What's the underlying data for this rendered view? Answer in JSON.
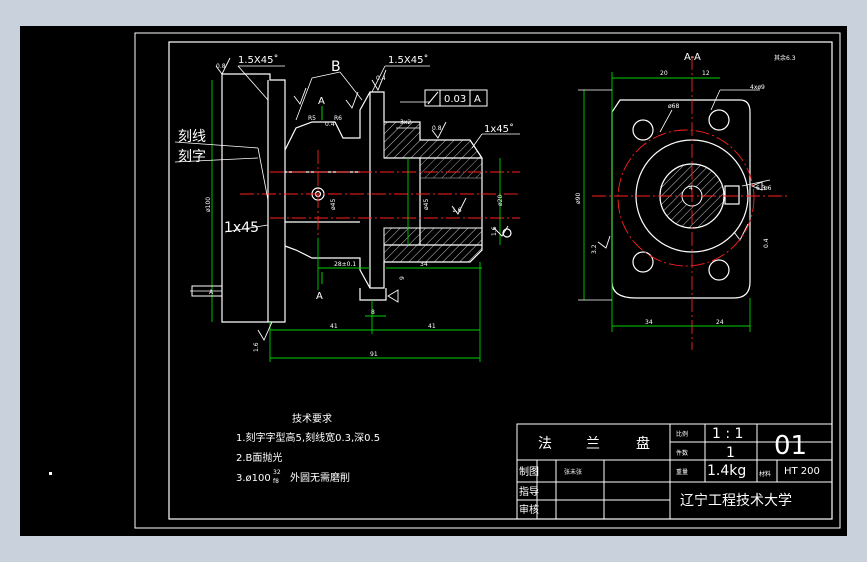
{
  "colors": {
    "background": "#000000",
    "frame": "#ffffff",
    "dimension": "#00d000",
    "centerline": "#ff2020",
    "surround": "#c9d2dc"
  },
  "drawing": {
    "top_chamfer_left": "1.5X45˚",
    "top_chamfer_right": "1.5X45˚",
    "rough_left": "0.8",
    "rough_mid": "0.4",
    "rough_b": "0.4",
    "rough_right": "0.8",
    "rough_bottom": "1.6",
    "rough_hole": "1.6",
    "rough_side": "1.6",
    "section_b": "B",
    "section_a_top": "A",
    "section_a_bottom": "A",
    "r5": "R5",
    "r6": "R6",
    "groove": "3x2",
    "tolerance_value": "0.03",
    "tolerance_datum": "A",
    "chamfer_1x45_right": "1x45˚",
    "chamfer_1x45_left": "1x45",
    "engrave_line": "刻线",
    "engrave_char": "刻字",
    "dia_100": "ø100",
    "dia_45": "ø45",
    "dia_45_inner": "ø45",
    "dia_20": "ø20",
    "dim_28": "28±0.1",
    "dim_34": "34",
    "dim_9": "9",
    "dim_8": "8",
    "dim_41_left": "41",
    "dim_41_right": "41",
    "dim_91": "91",
    "datum_box": "A"
  },
  "side_view": {
    "title": "A-A",
    "note": "其余6.3",
    "dim_20": "20",
    "dim_12": "12",
    "dim_90": "ø90",
    "dim_68": "ø68",
    "holes": "4xø9",
    "dim_34": "34",
    "dim_24": "24",
    "dim_4": "4",
    "dim_6": "ø6",
    "rough_32": "3.2",
    "rough_04": "0.4",
    "rough_63": "6.3"
  },
  "tech_req": {
    "title": "技术要求",
    "item1": "1.刻字字型高5,刻线宽0.3,深0.5",
    "item2": "2.B面抛光",
    "item3_prefix": "3.ø100",
    "item3_frac_top": "32",
    "item3_frac_bottom": "f8",
    "item3_suffix": "外圆无需磨削"
  },
  "title_block": {
    "name_1": "法",
    "name_2": "兰",
    "name_3": "盘",
    "scale_label": "比例",
    "scale_value": "1 : 1",
    "qty_label": "件数",
    "qty_value": "1",
    "weight_label": "重量",
    "weight_value": "1.4kg",
    "drawing_no": "01",
    "material_label": "材料",
    "material": "HT 200",
    "drawn_label": "制图",
    "drawn_by": "张未张",
    "guide_label": "指导",
    "review_label": "审核",
    "school": "辽宁工程技术大学"
  }
}
